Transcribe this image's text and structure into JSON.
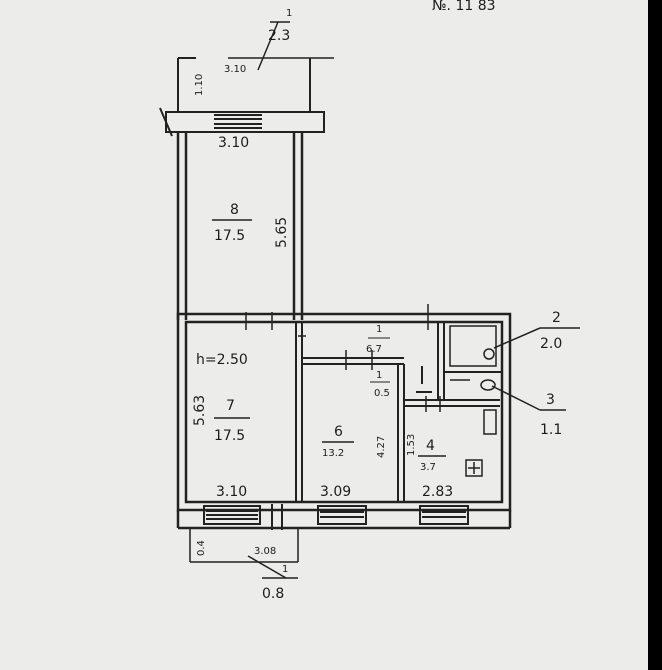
{
  "plan": {
    "header_fragment": "№. 11 83",
    "ceiling_height": "h=2.50",
    "balcony_top": {
      "number": "1",
      "area": "2.3",
      "length": "3.10",
      "depth": "1.10"
    },
    "balcony_bottom": {
      "number": "1",
      "area": "0.8",
      "length": "3.08",
      "depth": "0.4"
    },
    "rooms": [
      {
        "number": "8",
        "area": "17.5",
        "width": "3.10",
        "length": "5.65"
      },
      {
        "number": "7",
        "area": "17.5",
        "width": "3.10",
        "length": "5.63"
      },
      {
        "number": "6",
        "area": "13.2",
        "width": "3.09",
        "length": "4.27"
      },
      {
        "number": "4",
        "area": "3.7",
        "width": "2.83",
        "length": "1.53"
      },
      {
        "number": "1",
        "area": "6.7"
      },
      {
        "number": "1",
        "area": "0.5"
      },
      {
        "number": "2",
        "area": "2.0"
      },
      {
        "number": "3",
        "area": "1.1"
      }
    ]
  }
}
